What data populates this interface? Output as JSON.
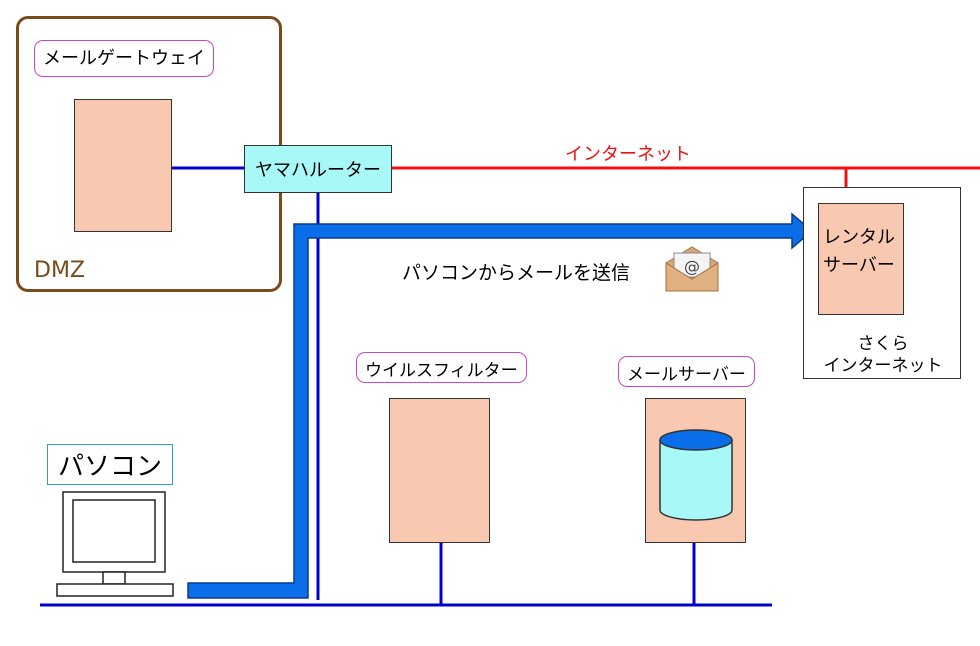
{
  "dmz": {
    "label": "DMZ"
  },
  "mail_gateway": {
    "label": "メールゲートウェイ"
  },
  "router": {
    "label": "ヤマハルーター"
  },
  "internet": {
    "label": "インターネット"
  },
  "rental_server": {
    "label_line1": "レンタル",
    "label_line2": "サーバー"
  },
  "sakura": {
    "label_line1": "さくら",
    "label_line2": "インターネット"
  },
  "mail_flow": {
    "caption": "パソコンからメールを送信",
    "icon": "email-envelope-icon"
  },
  "virus_filter": {
    "label": "ウイルスフィルター"
  },
  "mail_server": {
    "label": "メールサーバー",
    "icon": "database-cylinder-icon"
  },
  "pc": {
    "label": "パソコン",
    "icon": "desktop-computer-icon"
  },
  "colors": {
    "dmz_border": "#7a4a1a",
    "server_fill": "#f8c8b0",
    "router_fill": "#a8f8f8",
    "internet_line": "#ee1111",
    "lan_line": "#0000cc",
    "flow_arrow": "#0a6ee8",
    "label_border": "#cc44cc"
  }
}
